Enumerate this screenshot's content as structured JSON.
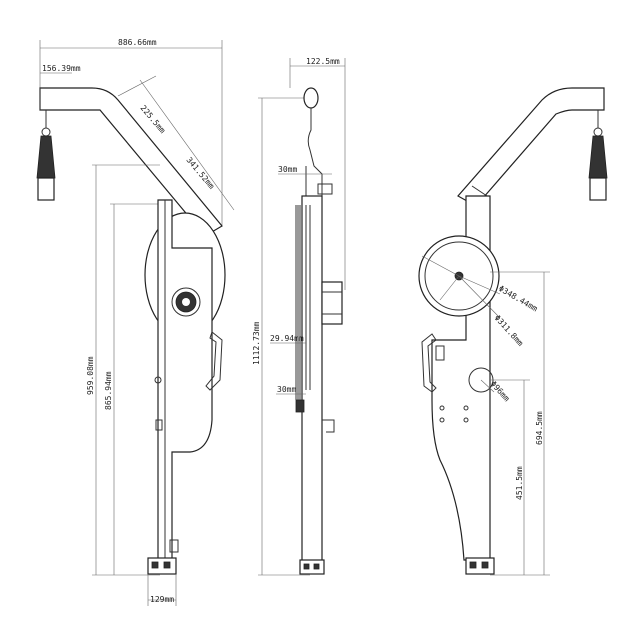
{
  "dimensions": {
    "front_overall_width": "886.66mm",
    "front_top_offset": "156.39mm",
    "front_arm_segment_a": "225.5mm",
    "front_arm_segment_b": "341.52mm",
    "front_overall_height": "959.08mm",
    "front_body_height": "865.94mm",
    "front_base_width": "129mm",
    "side_top_width": "122.5mm",
    "side_upper_gap": "30mm",
    "side_mid_width": "29.94mm",
    "side_lower_gap": "30mm",
    "side_overall_height": "1112.73mm",
    "rear_disc_diameter_outer": "Φ348.44mm",
    "rear_disc_diameter_inner": "Φ311.8mm",
    "rear_hole_diameter": "Φ96mm",
    "rear_height_a": "694.5mm",
    "rear_height_b": "451.5mm"
  }
}
